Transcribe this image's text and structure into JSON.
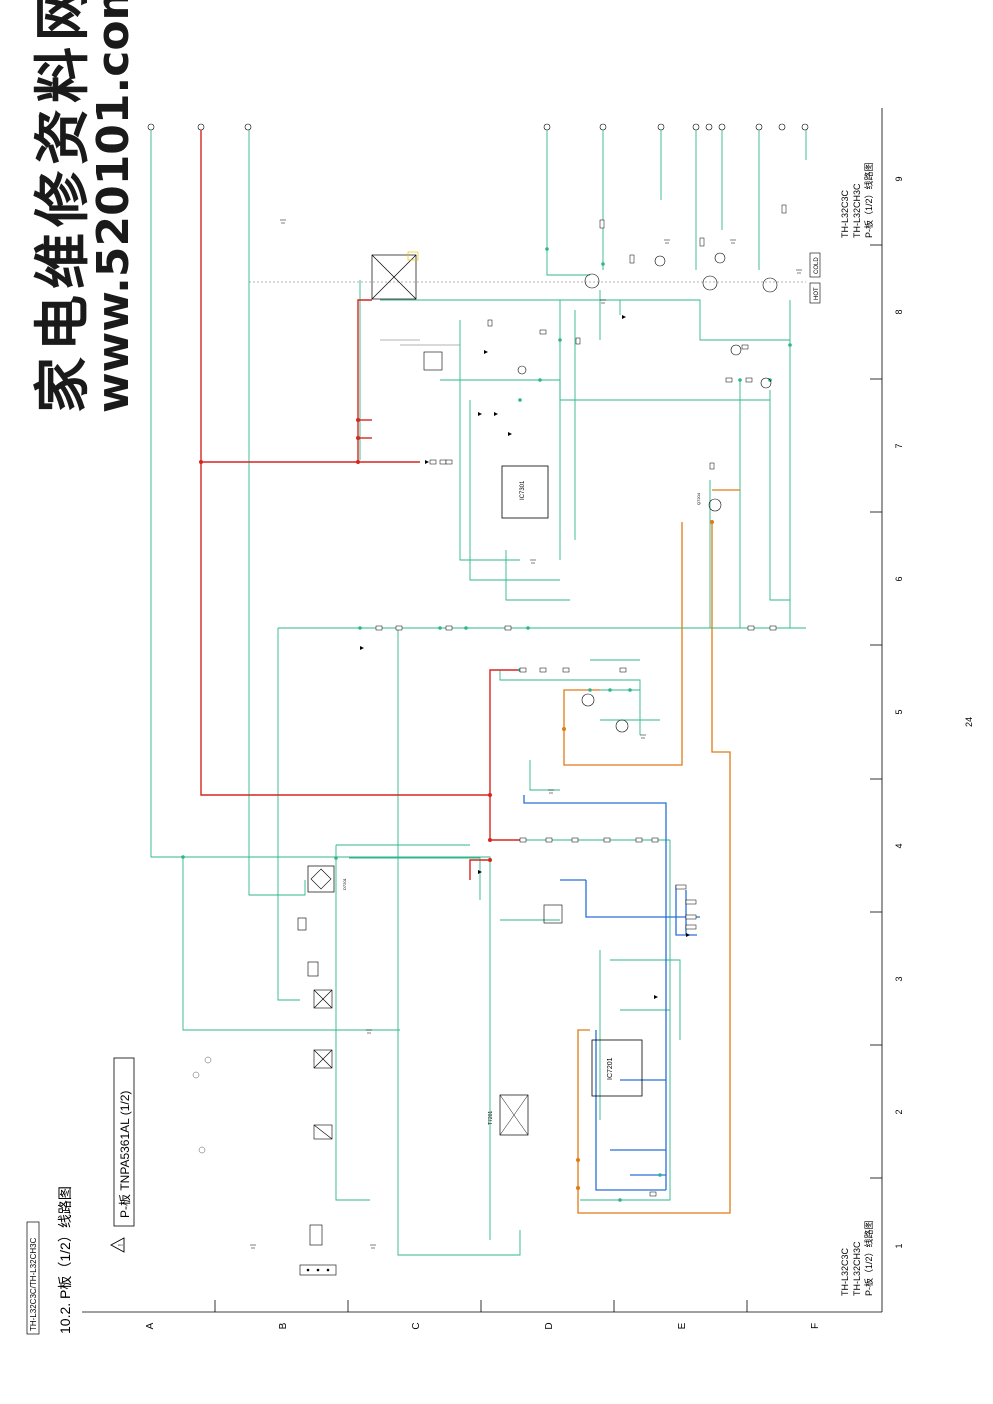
{
  "header": {
    "model_box": "TH-L32C3C/TH-L32CH3C",
    "section_title": "10.2.  P板（1/2）线路图",
    "board_label": "P-板 TNPA5361AL (1/2)"
  },
  "watermark": {
    "line1": "家电维修资料网",
    "line2": "www.520101.com"
  },
  "footer": {
    "model_line1": "TH-L32C3C",
    "model_line2": "TH-L32CH3C",
    "caption": "P-板（1/2）线路图",
    "page_number": "24"
  },
  "grid": {
    "rows": [
      "A",
      "B",
      "C",
      "D",
      "E",
      "F"
    ],
    "columns": [
      "1",
      "2",
      "3",
      "4",
      "5",
      "6",
      "7",
      "8",
      "9"
    ]
  },
  "zones": {
    "hot": "HOT",
    "cold": "COLD"
  },
  "components": {
    "ic7201": "IC7201",
    "ic7301": "IC7301",
    "t7201": "T7201",
    "d7201": "D7201",
    "q7204": "Q7204"
  },
  "connectors": [
    "Ⓐ",
    "Ⓑ",
    "Ⓒ",
    "Ⓓ",
    "Ⓔ",
    "Ⓕ",
    "Ⓖ",
    "Ⓗ",
    "Ⓘ",
    "Ⓙ",
    "Ⓚ",
    "Ⓛ"
  ],
  "colors": {
    "green_trace": "#2fb58e",
    "red_trace": "#d7261e",
    "blue_trace": "#2a6fd6",
    "orange_trace": "#e07b16",
    "gray_trace": "#9a9a9a",
    "ink": "#000000"
  }
}
